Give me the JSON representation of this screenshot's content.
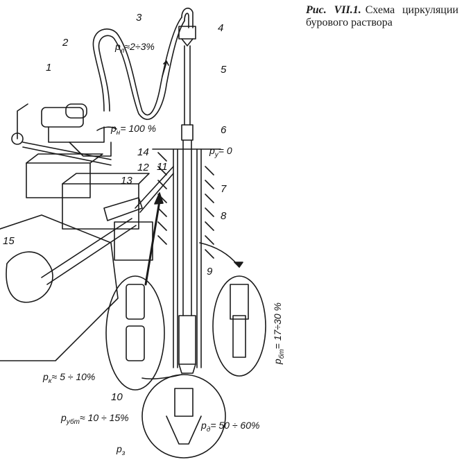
{
  "caption": {
    "lead": "Рис. VII.1.",
    "text": "Схема циркуляции бурового раствора"
  },
  "part_numbers": [
    "1",
    "2",
    "3",
    "4",
    "5",
    "6",
    "7",
    "8",
    "9",
    "10",
    "11",
    "12",
    "13",
    "14",
    "15"
  ],
  "annotations": {
    "p_l": {
      "sym": "p",
      "sub": "л",
      "val": "≈2÷3%"
    },
    "p_n": {
      "sym": "p",
      "sub": "н",
      "val": "= 100 %"
    },
    "p_u": {
      "sym": "p",
      "sub": "у",
      "val": "= 0"
    },
    "p_bt": {
      "sym": "p",
      "sub": "бт",
      "val": "= 17÷30 %"
    },
    "p_k": {
      "sym": "p",
      "sub": "к",
      "val": "≈ 5 ÷ 10%"
    },
    "p_ubt": {
      "sym": "p",
      "sub": "убт",
      "val": "≈ 10 ÷ 15%"
    },
    "p_d": {
      "sym": "p",
      "sub": "д",
      "val": "= 50 ÷ 60%"
    },
    "p_z": {
      "sym": "p",
      "sub": "з",
      "val": ""
    }
  }
}
